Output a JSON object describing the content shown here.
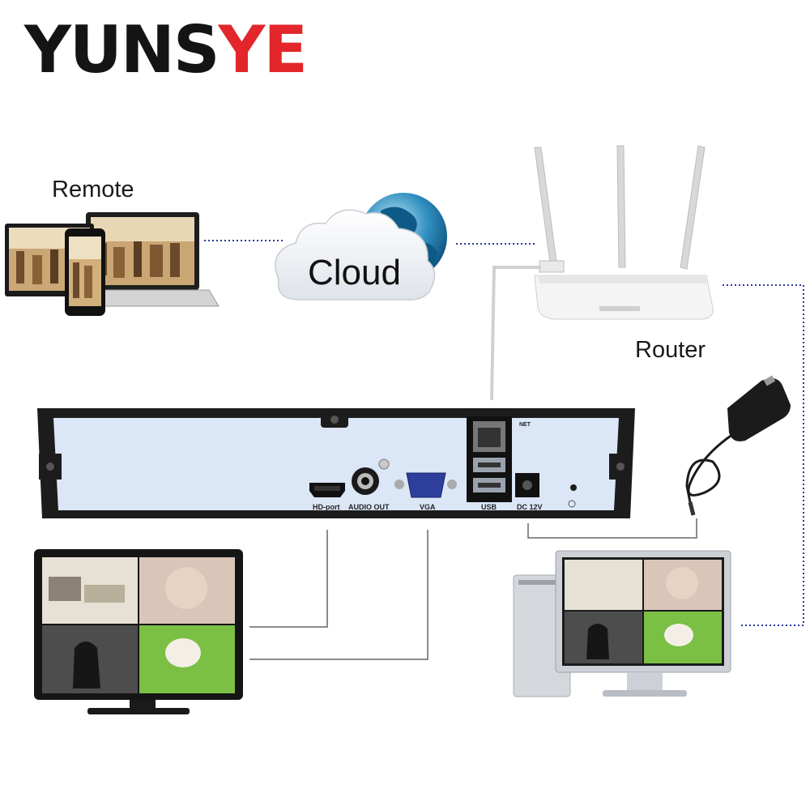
{
  "brand": {
    "part1": "YUNS",
    "part2": "YE"
  },
  "labels": {
    "remote": "Remote",
    "cloud": "Cloud",
    "router": "Router"
  },
  "nvr": {
    "ports": {
      "hdmi": "HD-port",
      "audio": "AUDIO OUT",
      "vga": "VGA",
      "usb": "USB",
      "dc": "DC 12V",
      "net": "NET"
    }
  },
  "colors": {
    "brand_dark": "#141414",
    "brand_red": "#e3262b",
    "panel": "#dbe6f7",
    "chassis": "#1c1c1c",
    "link_dotted": "#2a3a9c",
    "cable": "#555555"
  }
}
